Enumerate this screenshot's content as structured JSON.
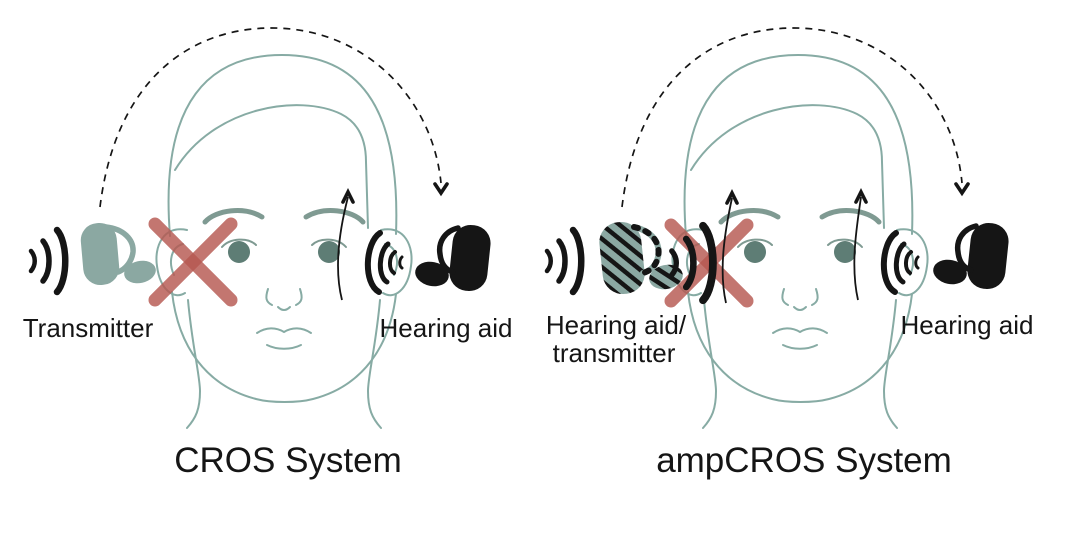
{
  "colors": {
    "background": "#ffffff",
    "face_line": "#87aba4",
    "feature_fill": "#7f9a92",
    "iris_fill": "#5e7d75",
    "device_gray": "#8ba8a2",
    "ink": "#151515",
    "cross_red": "#b65851"
  },
  "icons": {
    "sound_waves": "three concentric arcs",
    "crossed_out_x": "red diagonal cross over blocked ear",
    "signal_arc": "dashed over-head arc ending in down arrow",
    "up_arrow": "thin curved arrow pointing up from ear"
  },
  "panels": [
    {
      "title": "CROS System",
      "left_device": {
        "label_lines": [
          "Transmitter"
        ]
      },
      "right_device": {
        "label_lines": [
          "Hearing aid"
        ]
      }
    },
    {
      "title": "ampCROS System",
      "left_device": {
        "label_lines": [
          "Hearing aid/",
          "transmitter"
        ]
      },
      "right_device": {
        "label_lines": [
          "Hearing aid"
        ]
      }
    }
  ]
}
